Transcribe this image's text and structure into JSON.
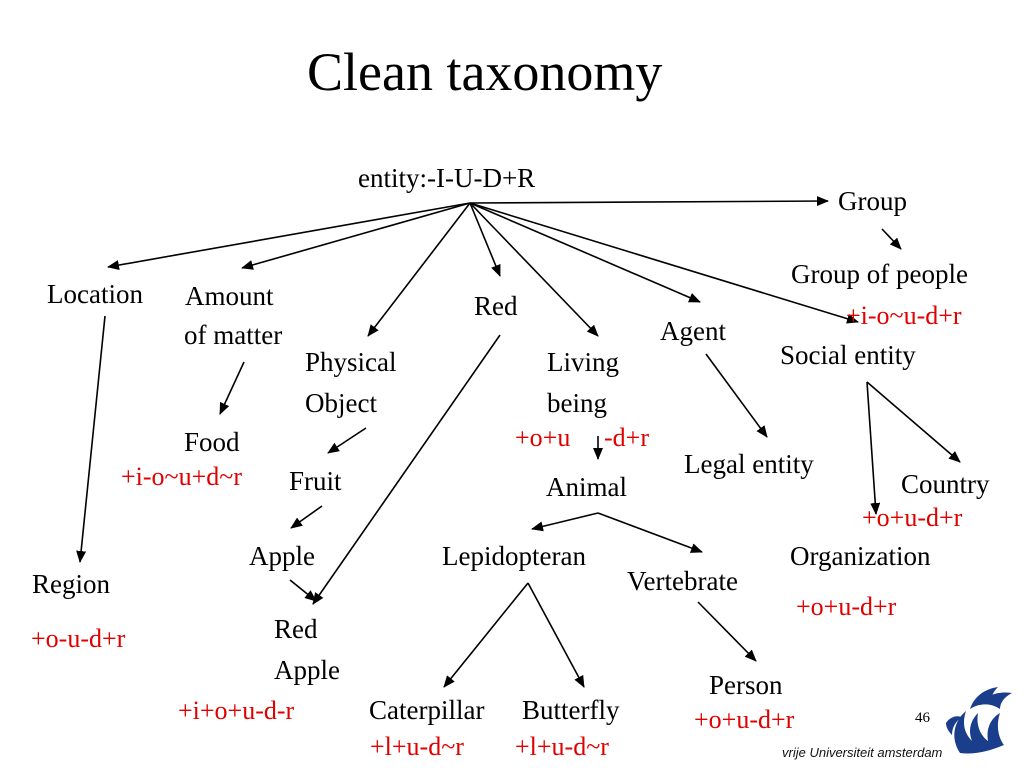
{
  "slide": {
    "title": "Clean taxonomy",
    "page_number": "46",
    "logo_text": "vrije Universiteit  amsterdam",
    "colors": {
      "text": "#000000",
      "annotation": "#e00000",
      "background": "#ffffff"
    }
  },
  "nodes": {
    "root": "entity:-I-U-D+R",
    "group": "Group",
    "group_of_people": "Group of people",
    "location": "Location",
    "amount_l1": "Amount",
    "amount_l2": "of matter",
    "red": "Red",
    "agent": "Agent",
    "social_entity": "Social entity",
    "physical_l1": "Physical",
    "physical_l2": "Object",
    "living_l1": "Living",
    "living_l2": "being",
    "food": "Food",
    "fruit": "Fruit",
    "animal": "Animal",
    "legal_entity": "Legal entity",
    "country": "Country",
    "apple": "Apple",
    "lepidopteran": "Lepidopteran",
    "vertebrate": "Vertebrate",
    "organization": "Organization",
    "region": "Region",
    "red_apple_l1": "Red",
    "red_apple_l2": "Apple",
    "person": "Person",
    "caterpillar": "Caterpillar",
    "butterfly": "Butterfly"
  },
  "annotations": {
    "group_of_people": "+i-o~u-d+r",
    "living_being_a": "+o+u",
    "living_being_b": "-d+r",
    "food": "+i-o~u+d~r",
    "country": "+o+u-d+r",
    "organization": "+o+u-d+r",
    "region": "+o-u-d+r",
    "red_apple": "+i+o+u-d-r",
    "person": "+o+u-d+r",
    "caterpillar": "+l+u-d~r",
    "butterfly": "+l+u-d~r"
  }
}
